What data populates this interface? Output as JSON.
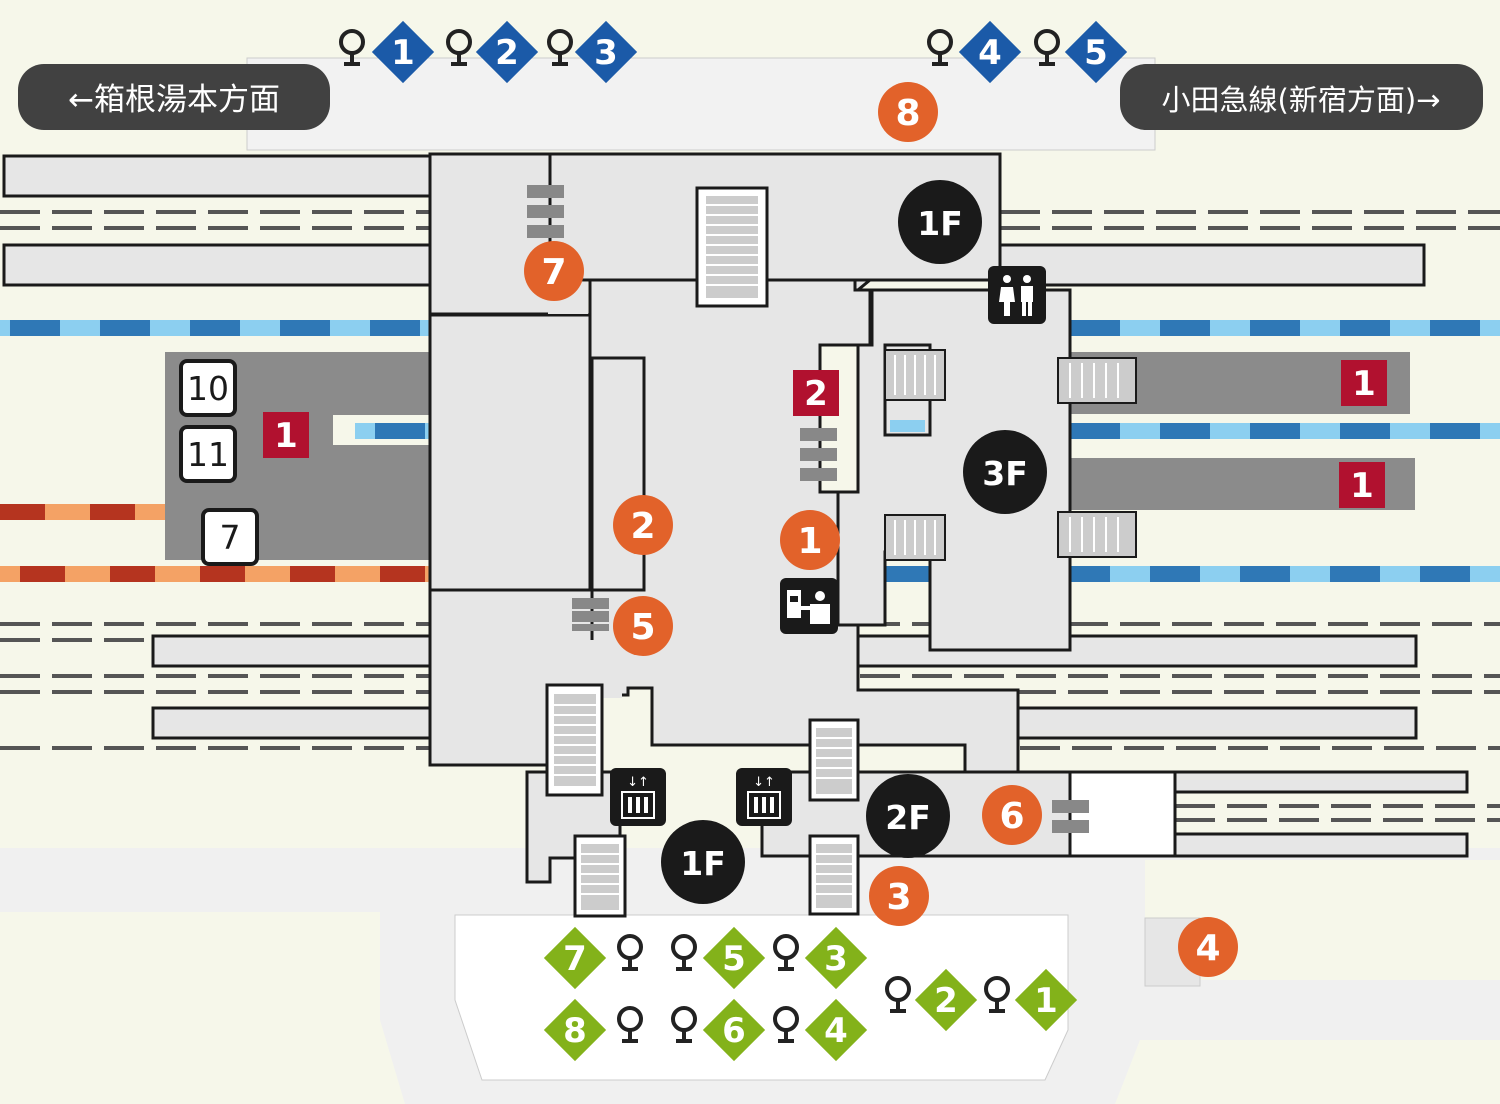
{
  "directions": {
    "left": "←箱根湯本方面",
    "right": "小田急線(新宿方面)→"
  },
  "floors": [
    "1F",
    "3F",
    "2F",
    "1F"
  ],
  "exits": [
    "1",
    "2",
    "3",
    "4",
    "5",
    "6",
    "7",
    "8"
  ],
  "bus_stops_north": [
    "1",
    "2",
    "3",
    "4",
    "5"
  ],
  "bus_stops_south": [
    "7",
    "5",
    "3",
    "8",
    "6",
    "4",
    "2",
    "1"
  ],
  "platform_numbers": {
    "boxed": [
      "10",
      "11",
      "7"
    ],
    "red": [
      "1",
      "2",
      "1",
      "1"
    ]
  },
  "colors": {
    "exit_orange": "#e2622a",
    "bus_blue": "#1b5aa8",
    "bus_green": "#83b21a",
    "platform_red": "#b1112f",
    "building": "#e6e6e6",
    "platform_dark": "#8b8b8b",
    "floor_badge": "#1a1a1a"
  },
  "icons": {
    "restroom": "restroom-icon",
    "elevator": "elevator-icon",
    "ticket": "ticket-office-icon",
    "bus_stop": "bus-stop-icon"
  }
}
